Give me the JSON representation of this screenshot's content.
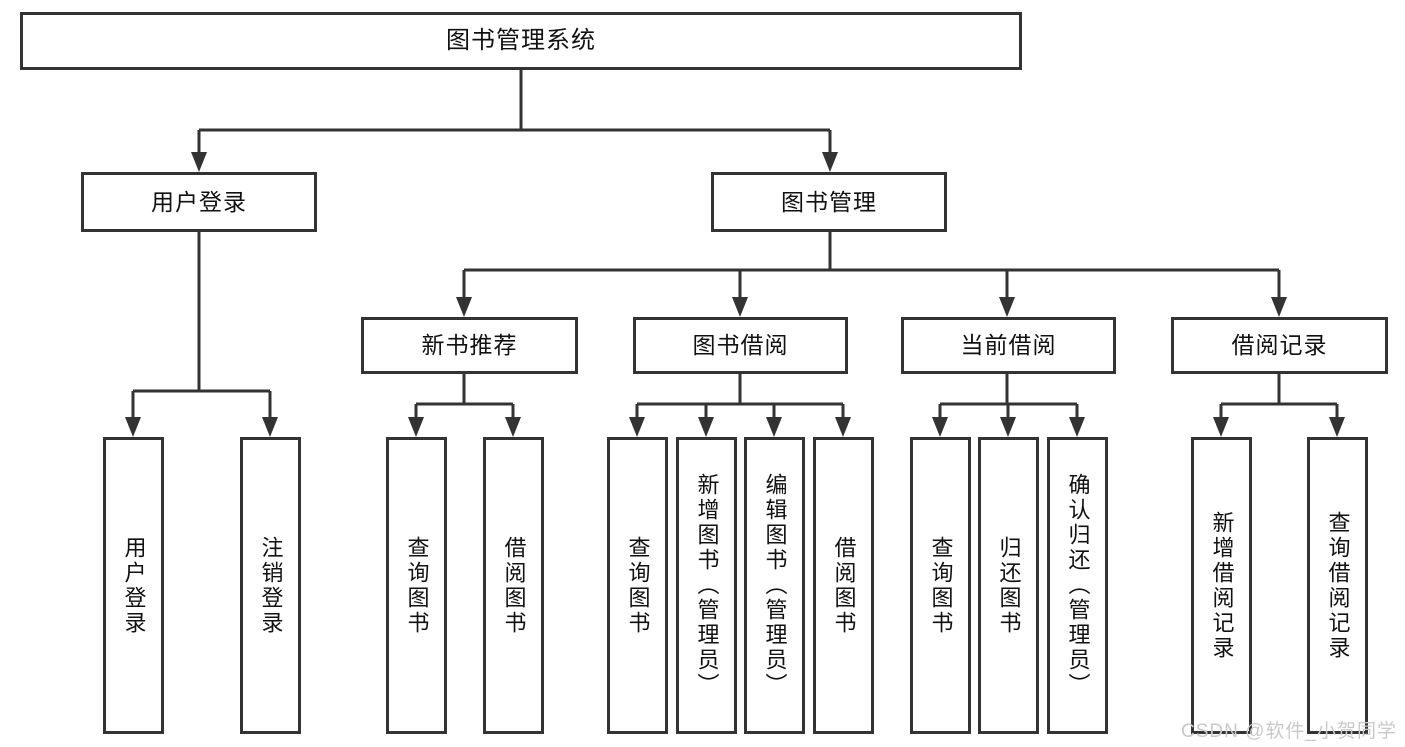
{
  "diagram": {
    "type": "tree",
    "title_node": "图书管理系统",
    "watermark": "CSDN @软件_小贺同学",
    "colors": {
      "stroke": "#333333",
      "fill": "#ffffff",
      "text": "#111111",
      "watermark": "#c9c9c9"
    },
    "nodes": {
      "root": {
        "label": "图书管理系统",
        "level": 1,
        "orientation": "horizontal"
      },
      "l2": [
        {
          "id": "user-login",
          "label": "用户登录",
          "level": 2,
          "orientation": "horizontal"
        },
        {
          "id": "book-manage",
          "label": "图书管理",
          "level": 2,
          "orientation": "horizontal"
        }
      ],
      "l3": [
        {
          "id": "new-book-rec",
          "label": "新书推荐",
          "level": 3,
          "orientation": "horizontal",
          "parent": "book-manage"
        },
        {
          "id": "book-borrow",
          "label": "图书借阅",
          "level": 3,
          "orientation": "horizontal",
          "parent": "book-manage"
        },
        {
          "id": "current-borrow",
          "label": "当前借阅",
          "level": 3,
          "orientation": "horizontal",
          "parent": "book-manage"
        },
        {
          "id": "borrow-record",
          "label": "借阅记录",
          "level": 3,
          "orientation": "horizontal",
          "parent": "book-manage"
        }
      ],
      "leaves": [
        {
          "id": "leaf-user-login",
          "label": "用户登录",
          "parent": "user-login",
          "orientation": "vertical"
        },
        {
          "id": "leaf-user-logout",
          "label": "注销登录",
          "parent": "user-login",
          "orientation": "vertical"
        },
        {
          "id": "leaf-query-book-1",
          "label": "查询图书",
          "parent": "new-book-rec",
          "orientation": "vertical"
        },
        {
          "id": "leaf-borrow-book-1",
          "label": "借阅图书",
          "parent": "new-book-rec",
          "orientation": "vertical"
        },
        {
          "id": "leaf-query-book-2",
          "label": "查询图书",
          "parent": "book-borrow",
          "orientation": "vertical"
        },
        {
          "id": "leaf-add-book",
          "label": "新增图书（管理员）",
          "parent": "book-borrow",
          "orientation": "vertical"
        },
        {
          "id": "leaf-edit-book",
          "label": "编辑图书（管理员）",
          "parent": "book-borrow",
          "orientation": "vertical"
        },
        {
          "id": "leaf-borrow-book-2",
          "label": "借阅图书",
          "parent": "book-borrow",
          "orientation": "vertical"
        },
        {
          "id": "leaf-query-book-3",
          "label": "查询图书",
          "parent": "current-borrow",
          "orientation": "vertical"
        },
        {
          "id": "leaf-return-book",
          "label": "归还图书",
          "parent": "current-borrow",
          "orientation": "vertical"
        },
        {
          "id": "leaf-confirm-return",
          "label": "确认归还（管理员）",
          "parent": "current-borrow",
          "orientation": "vertical"
        },
        {
          "id": "leaf-add-record",
          "label": "新增借阅记录",
          "parent": "borrow-record",
          "orientation": "vertical"
        },
        {
          "id": "leaf-query-record",
          "label": "查询借阅记录",
          "parent": "borrow-record",
          "orientation": "vertical"
        }
      ]
    }
  }
}
